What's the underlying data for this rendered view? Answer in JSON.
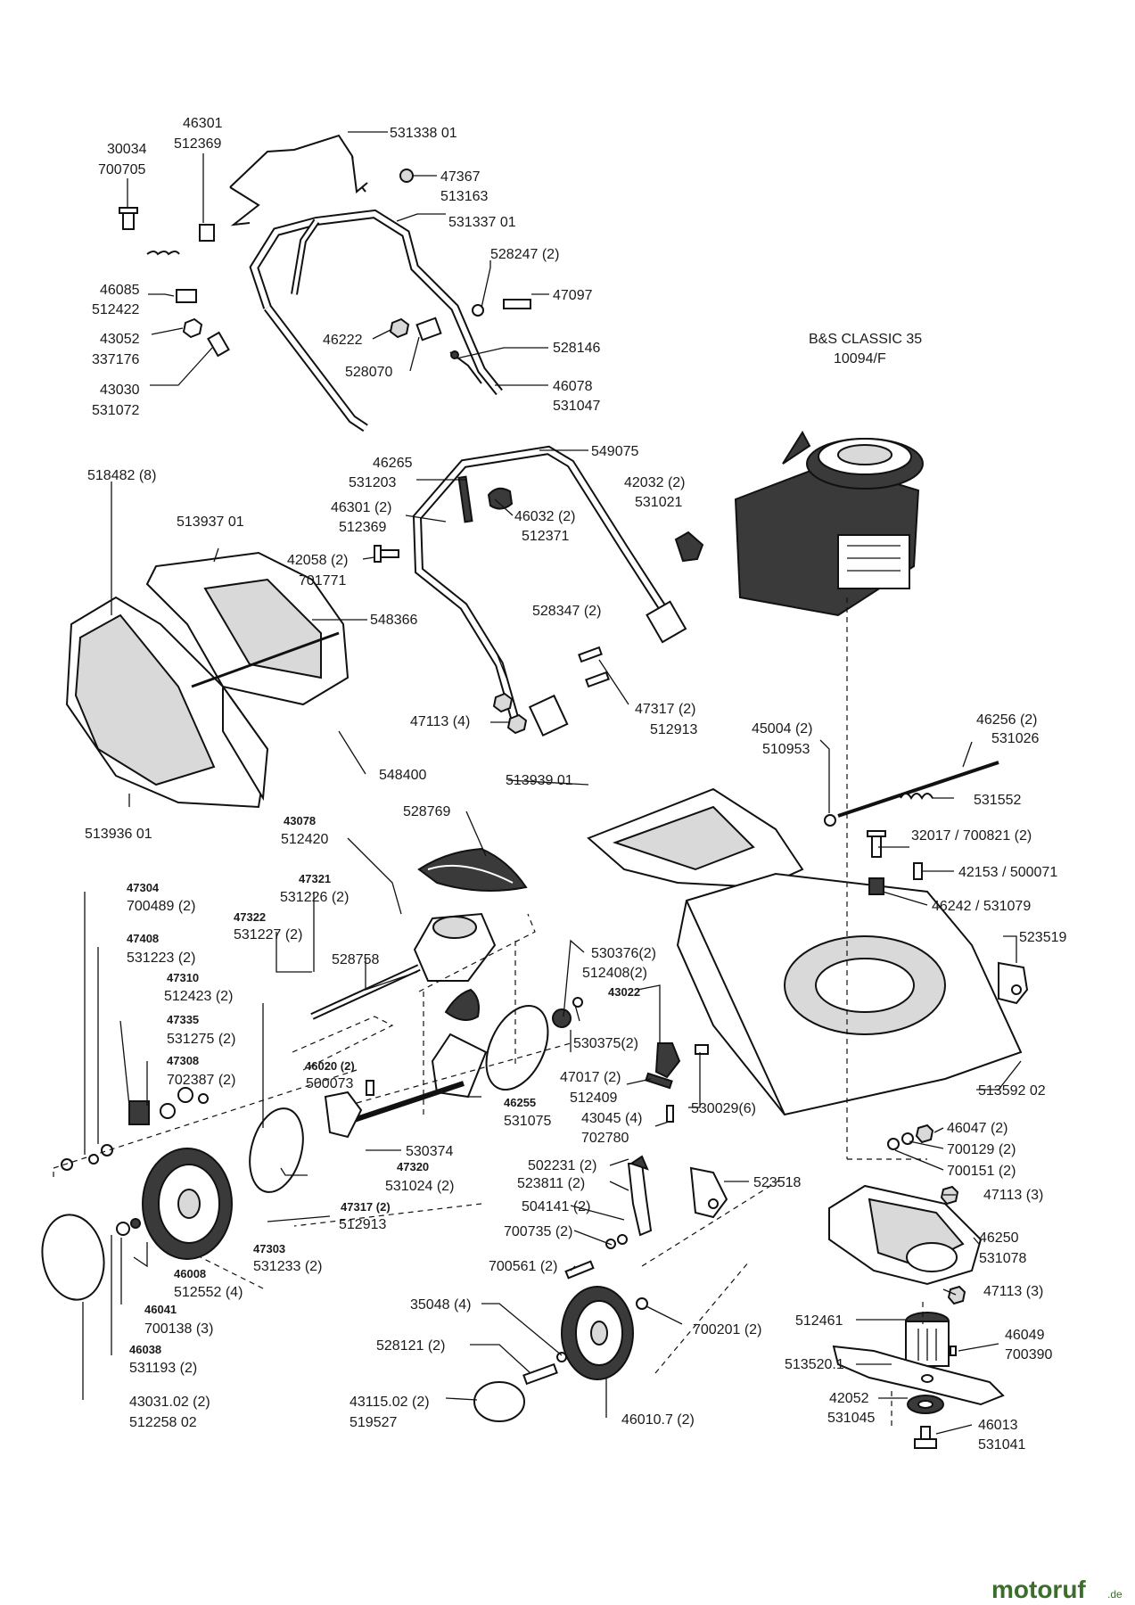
{
  "engine": {
    "line1": "B&S CLASSIC 35",
    "line2": "10094/F"
  },
  "labels": {
    "p531338": "531338 01",
    "p47367": "47367",
    "p513163": "513163",
    "p531337": "531337 01",
    "p46301a": "46301",
    "p512369a": "512369",
    "p30034": "30034",
    "p700705": "700705",
    "p46085": "46085",
    "p512422": "512422",
    "p43052": "43052",
    "p337176": "337176",
    "p43030": "43030",
    "p531072": "531072",
    "p528247": "528247 (2)",
    "p47097": "47097",
    "p46222": "46222",
    "p528146": "528146",
    "p528070": "528070",
    "p46078": "46078",
    "p531047": "531047",
    "p549075": "549075",
    "p46265": "46265",
    "p531203": "531203",
    "p42032": "42032 (2)",
    "p531021": "531021",
    "p46301b": "46301 (2)",
    "p512369b": "512369",
    "p46032": "46032 (2)",
    "p512371": "512371",
    "p42058": "42058 (2)",
    "p701771": "701771",
    "p518482": "518482 (8)",
    "p513937": "513937 01",
    "p548366": "548366",
    "p528347": "528347 (2)",
    "p47113a": "47113 (4)",
    "p47317a": "47317 (2)",
    "p512913a": "512913",
    "p548400": "548400",
    "p513936": "513936 01",
    "p45004": "45004 (2)",
    "p510953": "510953",
    "p46256": "46256 (2)",
    "p531026": "531026",
    "p513939": "513939 01",
    "p531552": "531552",
    "p528769": "528769",
    "p32017": "32017 / 700821 (2)",
    "p42153": "42153 / 500071",
    "p46242": "46242 / 531079",
    "p43078": "43078",
    "p512420": "512420",
    "p47321": "47321",
    "p531226": "531226 (2)",
    "p47322": "47322",
    "p531227": "531227 (2)",
    "p528758": "528758",
    "p47304": "47304",
    "p700489": "700489 (2)",
    "p47408": "47408",
    "p531223": "531223 (2)",
    "p47310": "47310",
    "p512423": "512423 (2)",
    "p47335": "47335",
    "p531275": "531275 (2)",
    "p47308": "47308",
    "p702387": "702387 (2)",
    "p46020": "46020 (2)",
    "p500073": "500073",
    "p530376": "530376(2)",
    "p512408": "512408(2)",
    "p43022": "43022",
    "p523519": "523519",
    "p530375": "530375(2)",
    "p47017": "47017 (2)",
    "p512409": "512409",
    "p46255": "46255",
    "p531075": "531075",
    "p43045": "43045 (4)",
    "p702780": "702780",
    "p530029": "530029(6)",
    "p513592": "513592 02",
    "p530374": "530374",
    "p46047": "46047 (2)",
    "p700129": "700129 (2)",
    "p700151": "700151 (2)",
    "p47320": "47320",
    "p531024": "531024 (2)",
    "p502231": "502231 (2)",
    "p523811": "523811 (2)",
    "p523518": "523518",
    "p47113b": "47113 (3)",
    "p47317b": "47317 (2)",
    "p512913b": "512913",
    "p504141": "504141 (2)",
    "p46250": "46250",
    "p531078": "531078",
    "p47303": "47303",
    "p531233": "531233 (2)",
    "p700735": "700735 (2)",
    "p46008": "46008",
    "p512552": "512552 (4)",
    "p700561": "700561 (2)",
    "p47113c": "47113 (3)",
    "p46041": "46041",
    "p700138": "700138 (3)",
    "p35048": "35048 (4)",
    "p700201": "700201 (2)",
    "p512461": "512461",
    "p46038": "46038",
    "p531193": "531193 (2)",
    "p528121": "528121 (2)",
    "p46049": "46049",
    "p700390": "700390",
    "p513520": "513520.1",
    "p43031": "43031.02 (2)",
    "p512258": "512258 02",
    "p43115": "43115.02 (2)",
    "p519527": "519527",
    "p46010": "46010.7 (2)",
    "p42052": "42052",
    "p531045": "531045",
    "p46013": "46013",
    "p531041": "531041"
  },
  "watermark": {
    "text": "motoruf",
    "suffix": ".de"
  }
}
